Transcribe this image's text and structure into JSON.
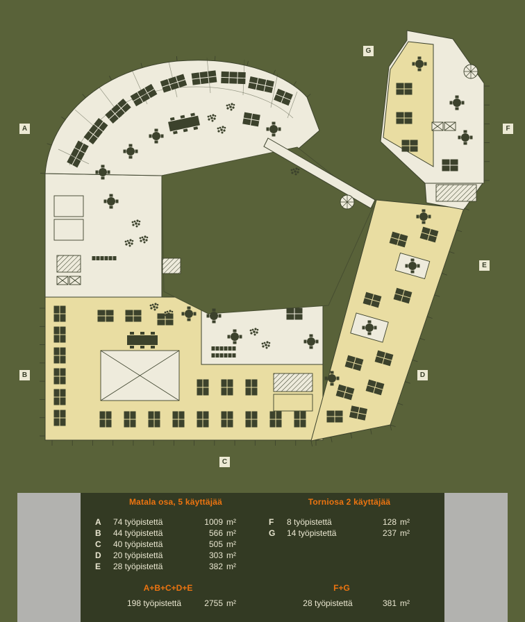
{
  "plan": {
    "zone_labels": [
      {
        "id": "A"
      },
      {
        "id": "B"
      },
      {
        "id": "C"
      },
      {
        "id": "D"
      },
      {
        "id": "E"
      },
      {
        "id": "F"
      },
      {
        "id": "G"
      }
    ]
  },
  "legend": {
    "low_wing": {
      "title": "Matala osa, 5 käyttäjää",
      "rows": [
        {
          "zone": "A",
          "desks": "74 työpistettä",
          "area": "1009",
          "unit": "m²"
        },
        {
          "zone": "B",
          "desks": "44 työpistettä",
          "area": "566",
          "unit": "m²"
        },
        {
          "zone": "C",
          "desks": "40 työpistettä",
          "area": "505",
          "unit": "m²"
        },
        {
          "zone": "D",
          "desks": "20 työpistettä",
          "area": "303",
          "unit": "m²"
        },
        {
          "zone": "E",
          "desks": "28 työpistettä",
          "area": "382",
          "unit": "m²"
        }
      ],
      "total_label": "A+B+C+D+E",
      "total_desks": "198 työpistettä",
      "total_area": "2755",
      "total_unit": "m²"
    },
    "tower": {
      "title": "Torniosa 2 käyttäjää",
      "rows": [
        {
          "zone": "F",
          "desks": "8 työpistettä",
          "area": "128",
          "unit": "m²"
        },
        {
          "zone": "G",
          "desks": "14 työpistettä",
          "area": "237",
          "unit": "m²"
        }
      ],
      "total_label": "F+G",
      "total_desks": "28 työpistettä",
      "total_area": "381",
      "total_unit": "m²"
    }
  },
  "colors": {
    "background": "#596239",
    "panel": "#333A23",
    "accent_orange": "#EC7410",
    "floor_cream": "#EEEBDC",
    "zone_yellow": "#E9DDA2",
    "ink": "#3C422C",
    "gray_block": "#B2B2AF"
  }
}
